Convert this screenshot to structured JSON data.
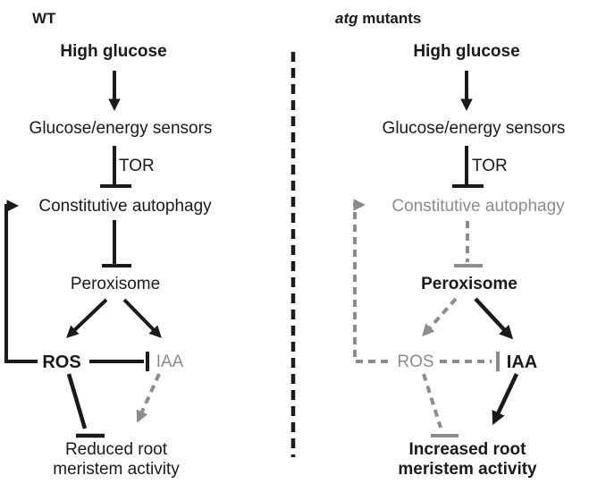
{
  "colors": {
    "ink": "#1a1a1a",
    "muted": "#8c8c8c",
    "background": "#ffffff"
  },
  "panels": {
    "wt": {
      "title": "WT",
      "high_glucose": "High glucose",
      "sensors": "Glucose/energy sensors",
      "tor": "TOR",
      "autophagy": "Constitutive autophagy",
      "peroxisome": "Peroxisome",
      "ros": "ROS",
      "iaa": "IAA",
      "outcome_line1": "Reduced root",
      "outcome_line2": "meristem activity"
    },
    "atg": {
      "title_gene": "atg",
      "title_suffix": " mutants",
      "high_glucose": "High glucose",
      "sensors": "Glucose/energy sensors",
      "tor": "TOR",
      "autophagy": "Constitutive autophagy",
      "peroxisome": "Peroxisome",
      "ros": "ROS",
      "iaa": "IAA",
      "outcome_line1": "Increased root",
      "outcome_line2": "meristem activity"
    }
  }
}
